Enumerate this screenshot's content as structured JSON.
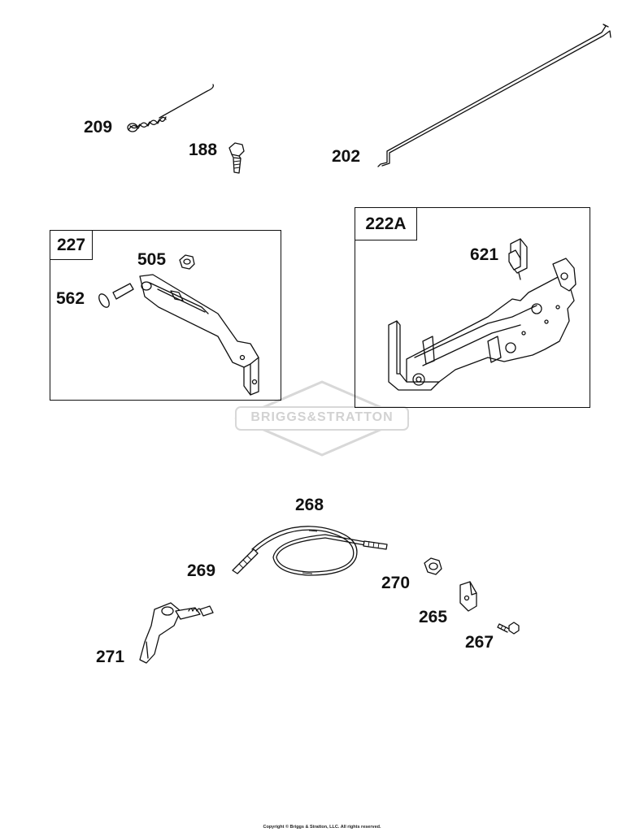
{
  "diagram": {
    "labels": {
      "p209": "209",
      "p188": "188",
      "p202": "202",
      "p505": "505",
      "p562": "562",
      "p621": "621",
      "p268": "268",
      "p269": "269",
      "p270": "270",
      "p265": "265",
      "p267": "267",
      "p271": "271"
    },
    "assemblies": {
      "a227": "227",
      "a222a": "222A"
    },
    "watermark": "BRIGGS&STRATTON",
    "copyright": "Copyright © Briggs & Stratton, LLC. All rights reserved."
  },
  "colors": {
    "ink": "#111111",
    "watermark": "#d0d0d0",
    "background": "#ffffff"
  }
}
